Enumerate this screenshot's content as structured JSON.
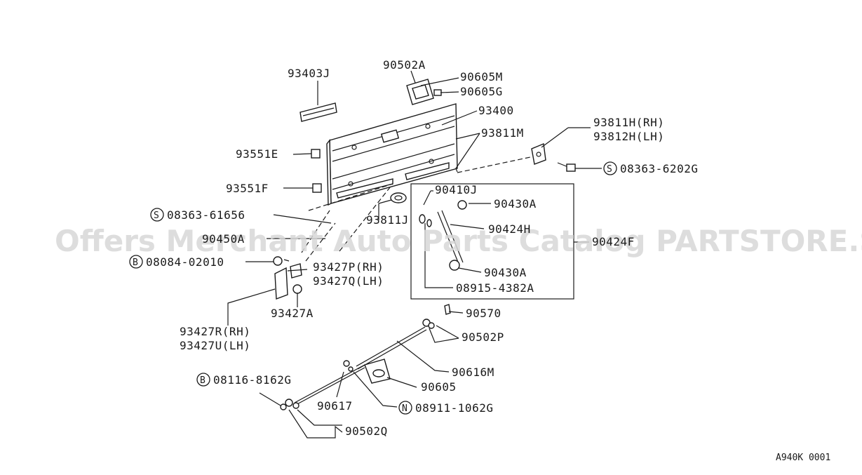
{
  "diagram": {
    "watermark": "Offers Merchant Auto Parts Catalog PARTSTORE.SA",
    "reference_code": "A940K 0001",
    "labels": {
      "p93403J": "93403J",
      "p90502A": "90502A",
      "p90605M": "90605M",
      "p90605G": "90605G",
      "p93400": "93400",
      "p93811M": "93811M",
      "p93811H": "93811H(RH)",
      "p93812H": "93812H(LH)",
      "p93551E": "93551E",
      "p08363_6202G": "08363-6202G",
      "p93551F": "93551F",
      "p90410J": "90410J",
      "p90430A_top": "90430A",
      "p08363_61656": "08363-61656",
      "p93811J": "93811J",
      "p90424H": "90424H",
      "p90450A": "90450A",
      "p90424F": "90424F",
      "p08084_02010": "08084-02010",
      "p93427P": "93427P(RH)",
      "p93427Q": "93427Q(LH)",
      "p90430A_bot": "90430A",
      "p08915_4382A": "08915-4382A",
      "p93427A": "93427A",
      "p90570": "90570",
      "p93427R": "93427R(RH)",
      "p93427U": "93427U(LH)",
      "p90502P": "90502P",
      "p90616M": "90616M",
      "p08116_8162G": "08116-8162G",
      "p90605": "90605",
      "p90617": "90617",
      "p08911_1062G": "08911-1062G",
      "p90502Q": "90502Q"
    },
    "prefixes": {
      "s1": "S",
      "s2": "S",
      "b1": "B",
      "b2": "B",
      "n1": "N"
    }
  }
}
